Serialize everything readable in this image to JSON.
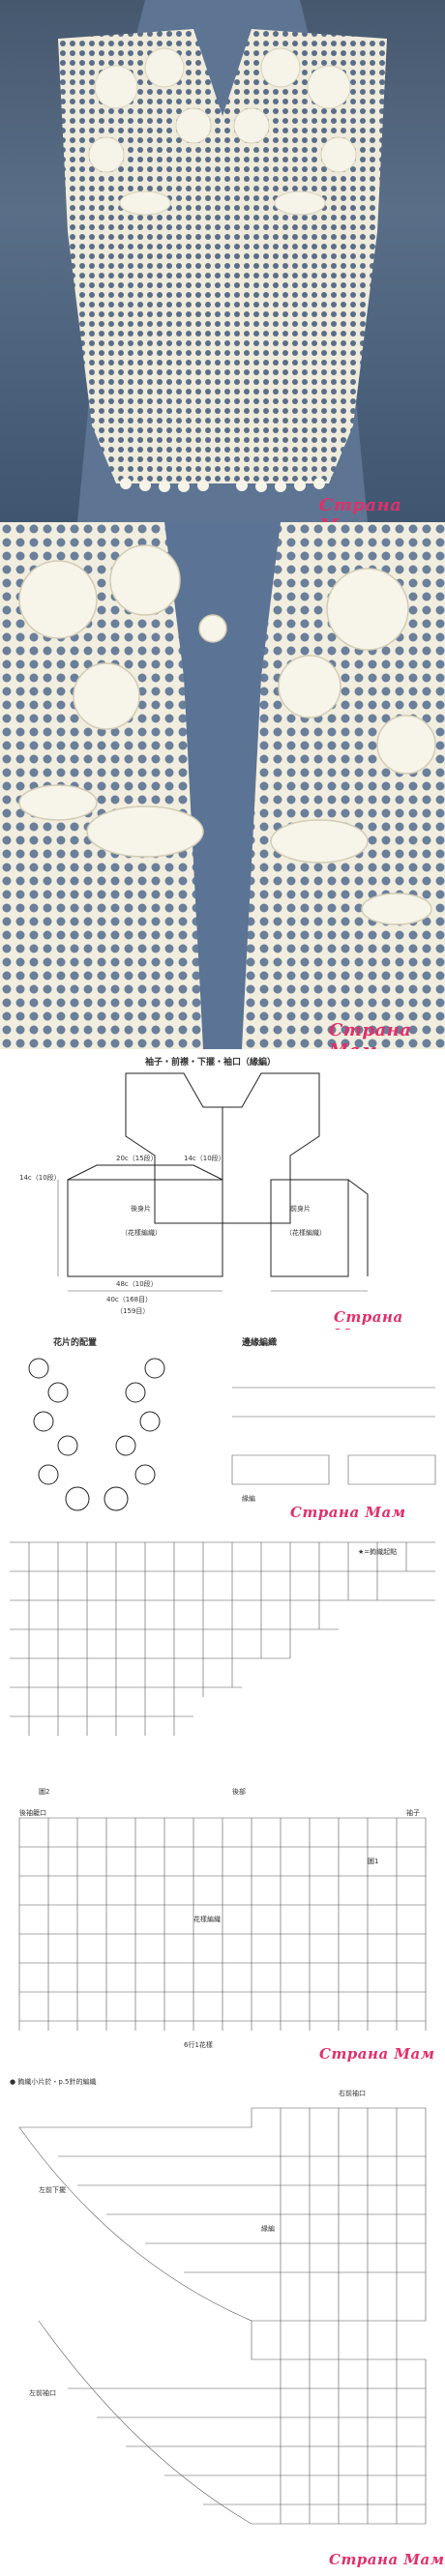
{
  "watermarks": {
    "photo1": "Страна Мам",
    "photo2": "Страна Мам",
    "diagram1": "Страна Мам",
    "diagram2": "Страна Мам",
    "diagram3": "Страна Мам",
    "diagram4": "Страна Мам"
  },
  "diagram1": {
    "title": "袖子・前襟・下擺・袖口（緣編）",
    "labels": {
      "back": "後身片",
      "front": "前身片",
      "pattern_a": "（花樣編織）",
      "pattern_b": "（花樣編織）",
      "width_left": "14c（10段）",
      "width_mid": "20c（15段）",
      "width_right": "14c（10段）",
      "hem": "48c（10段）",
      "hem_total": "40c（168目）",
      "stitches": "（159目）"
    }
  },
  "diagram2": {
    "title_flowers": "花片的配置",
    "title_edge": "邊緣編織",
    "labels": {
      "edge_note": "緣編",
      "count_note": "★=鉤織起點"
    }
  },
  "diagram3": {
    "labels": {
      "back_part": "後部",
      "fig": "圖2",
      "armhole": "後袖籠口",
      "sleeve": "袖子",
      "pattern": "花樣編織",
      "bottom": "6行1花樣",
      "fig1": "圖1"
    }
  },
  "diagram4": {
    "labels": {
      "note": "● 鉤織小片於・p.5針的編織",
      "right_armhole": "右前袖口",
      "left_armhole": "左前袖口",
      "left_front": "左前下擺",
      "edge": "緣編"
    }
  }
}
